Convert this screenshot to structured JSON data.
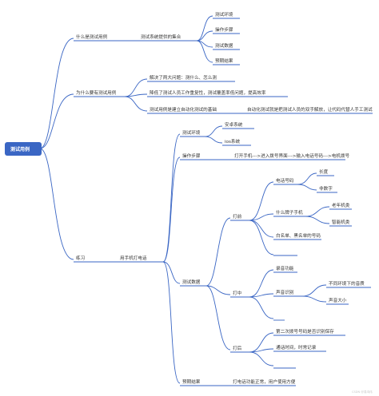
{
  "mindmap": {
    "root": "测试用例",
    "branch1": {
      "label": "什么是测试用例",
      "sub": "测试系统提供的集合",
      "items": [
        "测试环境",
        "操作步骤",
        "测试数据",
        "预期结果"
      ]
    },
    "branch2": {
      "label": "为什么要有测试用例",
      "items": [
        "解决了两大问题：测什么、怎么测",
        "降低了测试人员工作重复性，测试覆盖率低问题，提高效率",
        "测试用例是建立自动化测试的基础"
      ],
      "auto_note": "自动化测试就是把测试人员的双手解放，让代码代替人手工测试"
    },
    "branch3": {
      "label": "练习",
      "sub": "用手机打电话",
      "env": {
        "label": "测试环境",
        "items": [
          "安卓系统",
          "ios系统"
        ]
      },
      "steps": {
        "label": "操作步骤",
        "detail": "打开手机--->进入拨号界面--->输入电话号码--->电机拨号"
      },
      "data": {
        "label": "测试数据",
        "before": {
          "label": "打前",
          "number": {
            "label": "电话号码",
            "items": [
              "长度",
              "非数字"
            ]
          },
          "kind": {
            "label": "什么牌子手机",
            "items": [
              "老年机类",
              "智能机类"
            ]
          },
          "blacklist": "白名单、黑名单的号码"
        },
        "during": {
          "label": "打中",
          "record": "录音功能",
          "voice": {
            "label": "声音识别",
            "items": [
              "不同环境下的音质",
              "声音大小"
            ]
          }
        },
        "after": {
          "label": "打后",
          "items": [
            "第二次拨号号码是否识别保存",
            "通话时间，时常记录"
          ]
        }
      },
      "expected": {
        "label": "预期结果",
        "detail": "打电话功能正常，用户使用方便"
      }
    }
  },
  "watermark": "CSDN @易鸿伟",
  "colors": {
    "root_fill": "#3a66c4",
    "edge": "#3a66c4",
    "text": "#333333"
  }
}
